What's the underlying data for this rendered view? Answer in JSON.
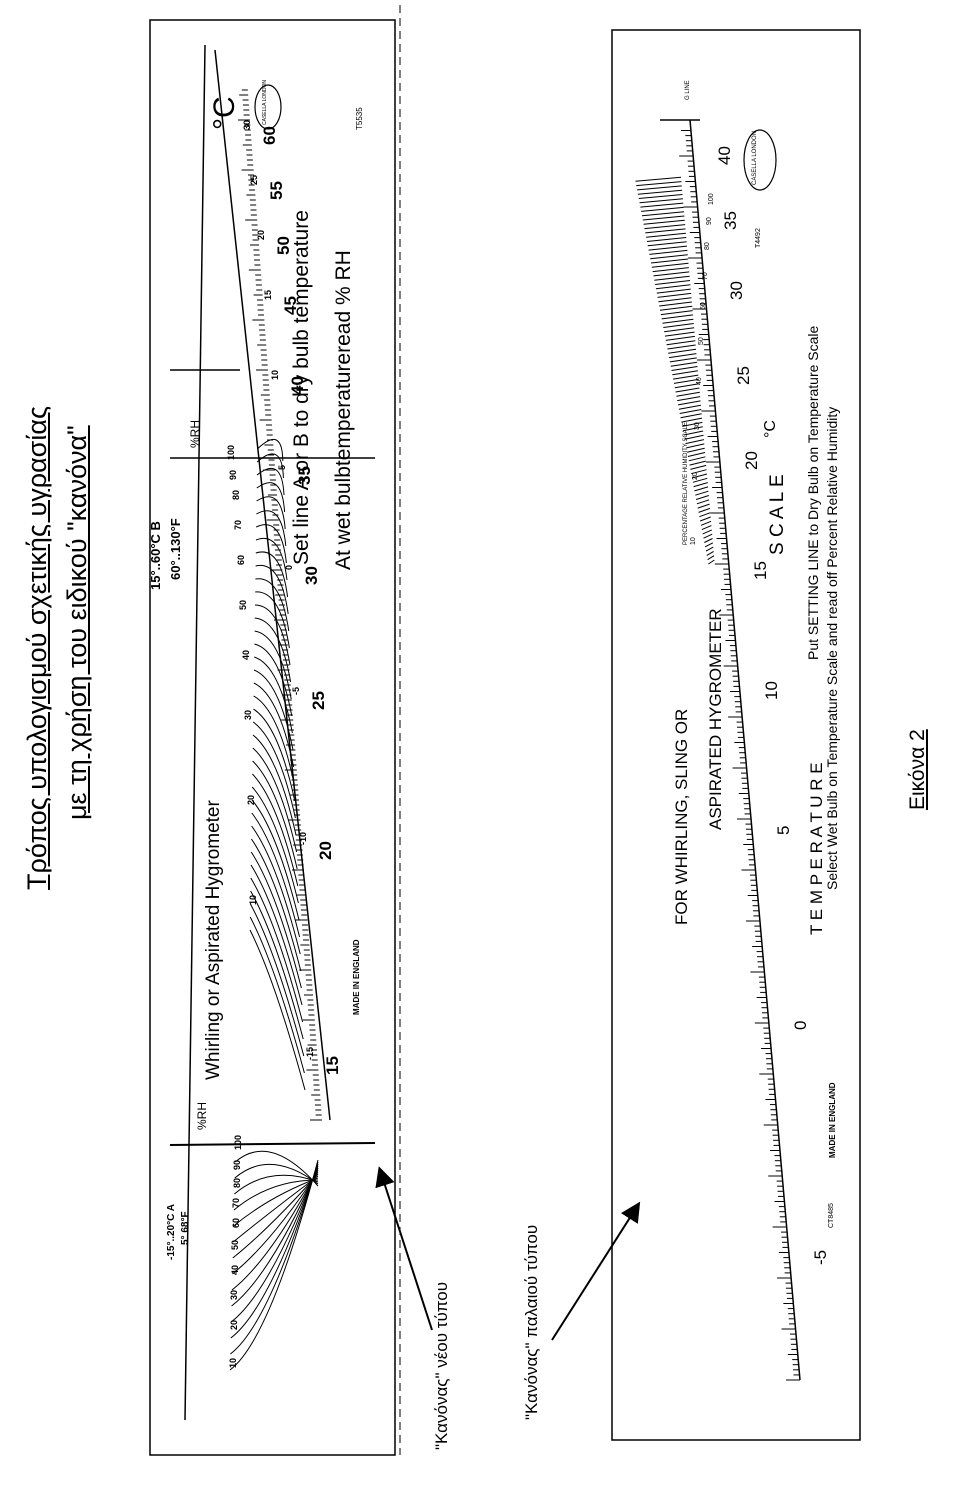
{
  "page": {
    "title_line1": "Τρόπος υπολογισμού σχετικής υγρασίας",
    "title_line2": "με τη χρήση του ειδικού \"κανόνα\"",
    "figure_label": "Εικόνα 2",
    "arrow_new_label": "\"Κανόνας\" νέου τύπου",
    "arrow_old_label": "\"Κανόνας\" παλαιού τύπου"
  },
  "new_ruler": {
    "name": "Whirling or Aspirated Hygrometer",
    "instruction_1": "Set line A or B to dry bulb temperature",
    "instruction_2": "At wet bulbtemperatureread % RH",
    "unit": "°C",
    "rh_label": "%RH",
    "rh_label_left": "%RH",
    "line_b_label": "15°..60°C   B",
    "line_b_label_f": "60°..130°F",
    "line_a_label": "-15°..20°C  A",
    "line_a_label_f": "5° 68°F",
    "made_in": "MADE IN ENGLAND",
    "code": "T5535",
    "logo": "CASELLA LONDON",
    "scale_numbers": [
      "15",
      "20",
      "25",
      "30",
      "35",
      "40",
      "45",
      "50",
      "55",
      "60"
    ],
    "scale_minor": [
      "-15",
      "-10",
      "-5",
      "0",
      "5",
      "10",
      "15",
      "20",
      "25",
      "30"
    ],
    "rh_curve_labels": [
      "10",
      "20",
      "30",
      "40",
      "50",
      "60",
      "70",
      "80",
      "90",
      "100"
    ],
    "rh_left_labels": [
      "10",
      "20",
      "30",
      "40",
      "50",
      "60",
      "70",
      "80",
      "90",
      "100"
    ]
  },
  "old_ruler": {
    "heading_1": "FOR WHIRLING, SLING OR",
    "heading_2": "ASPIRATED HYGROMETER",
    "rh_scale_label": "PERCENTAGE RELATIVE HUMIDITY SCALE",
    "rh_numbers": [
      "10",
      "20",
      "30",
      "40",
      "50",
      "60",
      "70",
      "80",
      "90",
      "100"
    ],
    "temperature": "T E M P E R A T U R E",
    "scale_word": "S C A L E",
    "unit": "°C",
    "temp_numbers": [
      "-5",
      "0",
      "5",
      "10",
      "15",
      "20",
      "25",
      "30",
      "35",
      "40"
    ],
    "instruction_1": "Put SETTING LINE to Dry Bulb on Temperature Scale",
    "instruction_2": "Select Wet Bulb on Temperature Scale and read off Percent Relative Humidity",
    "made_in": "MADE IN ENGLAND",
    "code": "T4492",
    "code_small": "CT8485",
    "logo": "CASELLA LONDON",
    "g_line": "G LINE"
  }
}
